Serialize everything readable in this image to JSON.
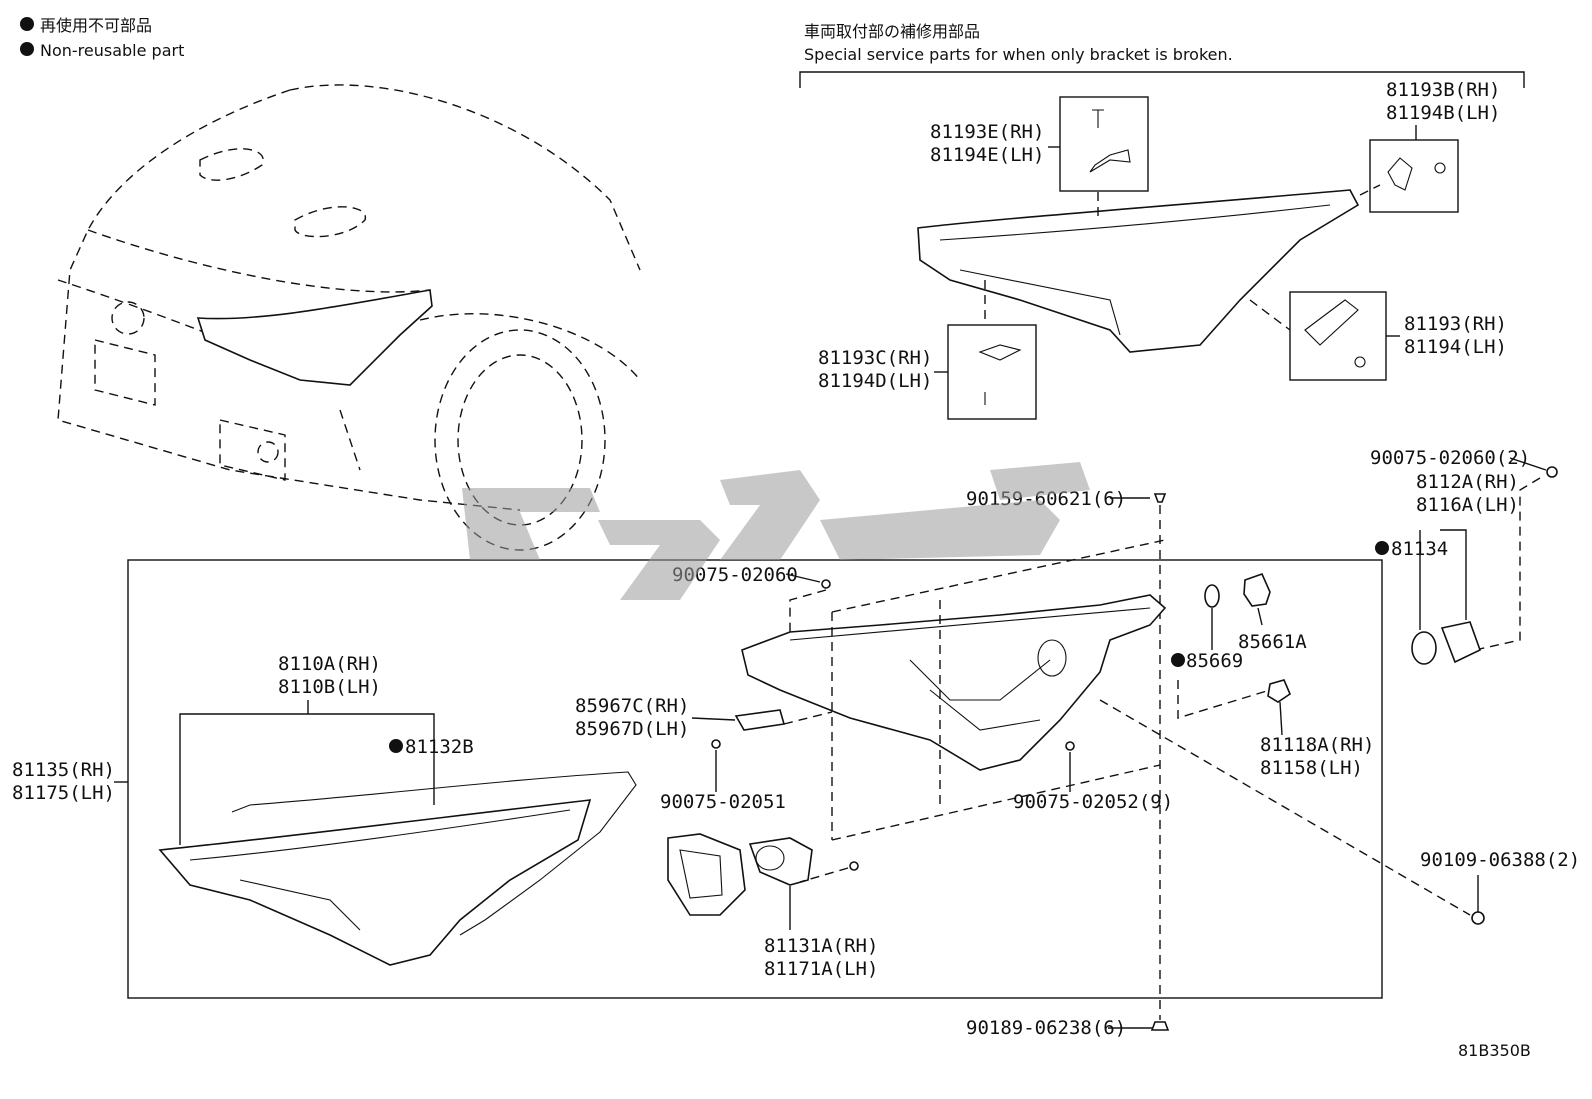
{
  "legend": {
    "items": [
      {
        "jp": "再使用不可部品"
      },
      {
        "en": "Non-reusable part"
      }
    ]
  },
  "service_note": {
    "jp": "車両取付部の補修用部品",
    "en": "Special service parts for when only bracket is broken."
  },
  "parts": {
    "p81193E": [
      "81193E(RH)",
      "81194E(LH)"
    ],
    "p81193B": [
      "81193B(RH)",
      "81194B(LH)"
    ],
    "p81193C": [
      "81193C(RH)",
      "81194D(LH)"
    ],
    "p81193": [
      "81193(RH)",
      "81194(LH)"
    ],
    "p9007502060_2": "90075-02060(2)",
    "p8112A": [
      "8112A(RH)",
      "8116A(LH)"
    ],
    "p9015960621": "90159-60621(6)",
    "p81134": "81134",
    "p9007502060": "90075-02060",
    "p85661A": "85661A",
    "p85669": "85669",
    "p8110A": [
      "8110A(RH)",
      "8110B(LH)"
    ],
    "p81132B": "81132B",
    "p85967C": [
      "85967C(RH)",
      "85967D(LH)"
    ],
    "p81135": [
      "81135(RH)",
      "81175(LH)"
    ],
    "p81118A": [
      "81118A(RH)",
      "81158(LH)"
    ],
    "p9007502051": "90075-02051",
    "p9007502052": "90075-02052(9)",
    "p9010906388": "90109-06388(2)",
    "p81131A": [
      "81131A(RH)",
      "81171A(LH)"
    ],
    "p9018906238": "90189-06238(6)"
  },
  "illustration_code": "81B350B",
  "icons": {
    "non_reusable_marker": "filled-circle",
    "watermark": "brand-watermark-logo"
  }
}
